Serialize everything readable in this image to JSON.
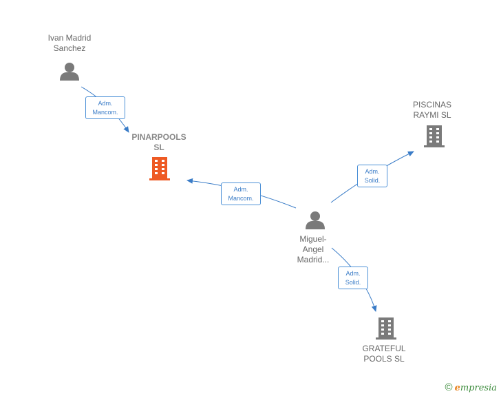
{
  "colors": {
    "edge": "#3a7cc7",
    "person": "#7a7a7a",
    "company": "#7a7a7a",
    "focus_company": "#ee5a24"
  },
  "nodes": {
    "ivan": {
      "icon": "person-icon",
      "label_lines": [
        "Ivan Madrid",
        "Sanchez"
      ]
    },
    "pinarpools": {
      "icon": "building-icon",
      "label_lines": [
        "PINARPOOLS",
        "SL"
      ]
    },
    "piscinas": {
      "icon": "building-icon",
      "label_lines": [
        "PISCINAS",
        "RAYMI  SL"
      ]
    },
    "miguel": {
      "icon": "person-icon",
      "label_lines": [
        "Miguel-",
        "Angel",
        "Madrid..."
      ]
    },
    "grateful": {
      "icon": "building-icon",
      "label_lines": [
        "GRATEFUL",
        "POOLS  SL"
      ]
    }
  },
  "edges": {
    "ivan_pinarpools": {
      "lines": [
        "Adm.",
        "Mancom."
      ]
    },
    "miguel_pinarpools": {
      "lines": [
        "Adm.",
        "Mancom."
      ]
    },
    "miguel_piscinas": {
      "lines": [
        "Adm.",
        "Solid."
      ]
    },
    "miguel_grateful": {
      "lines": [
        "Adm.",
        "Solid."
      ]
    }
  },
  "brand": {
    "symbol": "©",
    "first": "e",
    "rest": "mpresia"
  }
}
